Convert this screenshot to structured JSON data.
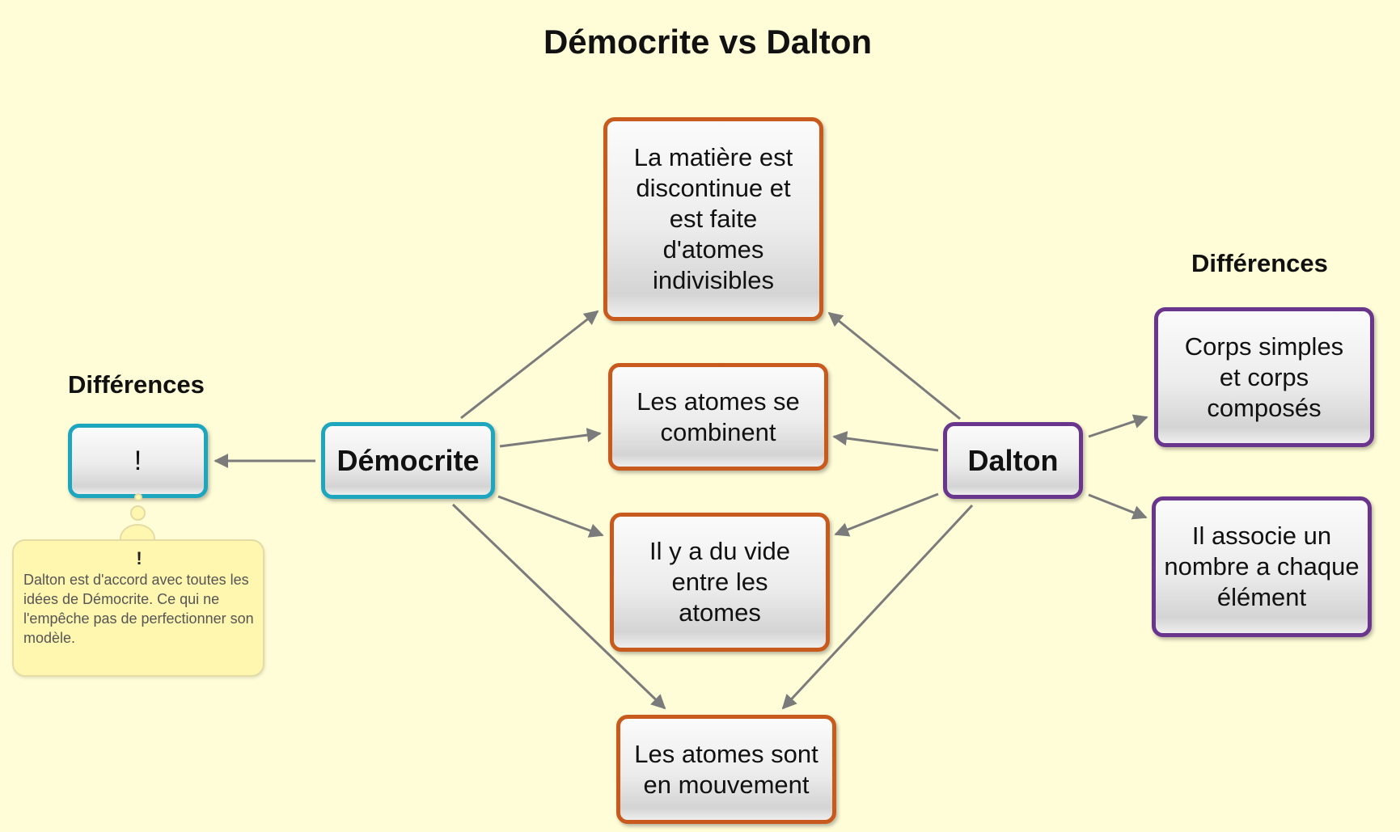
{
  "title": "Démocrite vs Dalton",
  "headings": {
    "left": "Différences",
    "right": "Différences"
  },
  "nodes": {
    "democrite": "Démocrite",
    "dalton": "Dalton",
    "exclaim": "!",
    "matiere": "La matière est discontinue et est faite d'atomes indivisibles",
    "combinent": "Les atomes se combinent",
    "vide": "Il y a du vide entre les atomes",
    "mouvement": "Les atomes sont en mouvement",
    "corps": "Corps simples et corps composés",
    "nombre": "Il associe un nombre a chaque élément"
  },
  "note": {
    "title": "!",
    "text": "Dalton est d'accord avec toutes les idées de Démocrite. Ce qui ne l'empêche pas de perfectionner son modèle."
  },
  "colors": {
    "background": "#fffdd8",
    "orange": "#c85a1d",
    "teal": "#1ea6bf",
    "purple": "#6a358c",
    "arrow": "#7b7b7b",
    "note": "#fff6b0"
  }
}
